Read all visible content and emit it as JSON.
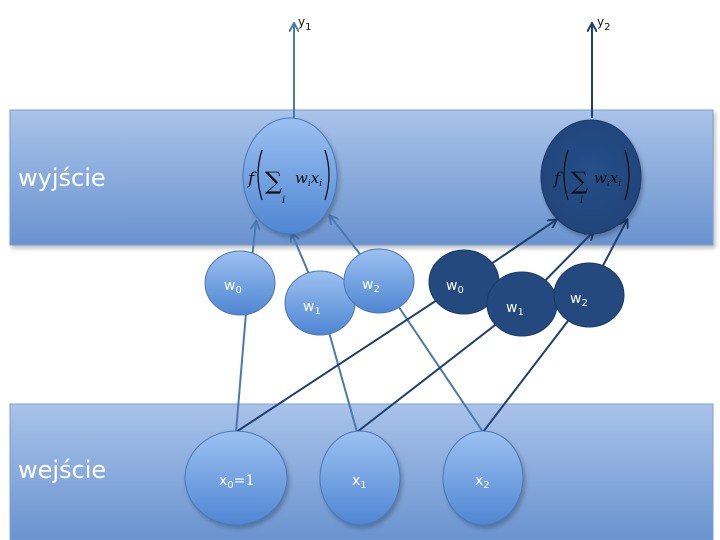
{
  "diagram": {
    "layers": {
      "output": {
        "label": "wyjście"
      },
      "input": {
        "label": "wejście"
      }
    },
    "inputs": [
      {
        "id": "x0",
        "base": "x",
        "sub": "0",
        "suffix": "=1"
      },
      {
        "id": "x1",
        "base": "x",
        "sub": "1",
        "suffix": ""
      },
      {
        "id": "x2",
        "base": "x",
        "sub": "2",
        "suffix": ""
      }
    ],
    "neurons": [
      {
        "id": "n1",
        "theme": "light",
        "formula": {
          "f": "f",
          "sigma": "∑",
          "index": "i",
          "w": "w",
          "x": "x",
          "sub": "i"
        },
        "output": {
          "base": "y",
          "sub": "1"
        },
        "weights": [
          {
            "base": "w",
            "sub": "0"
          },
          {
            "base": "w",
            "sub": "1"
          },
          {
            "base": "w",
            "sub": "2"
          }
        ]
      },
      {
        "id": "n2",
        "theme": "dark",
        "formula": {
          "f": "f",
          "sigma": "∑",
          "index": "i",
          "w": "w",
          "x": "x",
          "sub": "i"
        },
        "output": {
          "base": "y",
          "sub": "2"
        },
        "weights": [
          {
            "base": "w",
            "sub": "0"
          },
          {
            "base": "w",
            "sub": "1"
          },
          {
            "base": "w",
            "sub": "2"
          }
        ]
      }
    ],
    "colors": {
      "band_top": "#a9c3ea",
      "band_bottom": "#6a93cf",
      "node_light_top": "#9cc1f2",
      "node_light_bottom": "#4f86d2",
      "node_dark": "#23497f",
      "line_light": "#4a79b0",
      "line_dark": "#1f3f6e"
    }
  }
}
